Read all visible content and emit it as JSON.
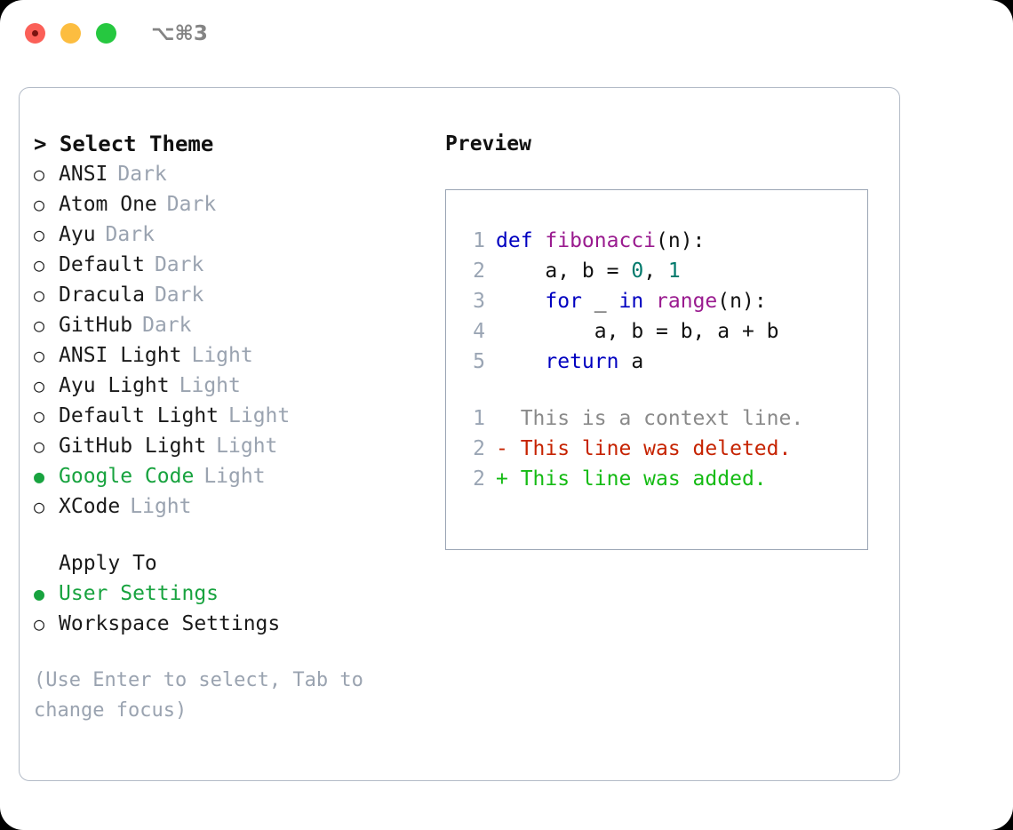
{
  "titlebar": {
    "shortcut": "⌥⌘3",
    "lights": [
      {
        "name": "close",
        "color": "#fb6058"
      },
      {
        "name": "minimize",
        "color": "#fcbd40"
      },
      {
        "name": "maximize",
        "color": "#26c840"
      }
    ]
  },
  "theme_panel": {
    "title": "> Select Theme",
    "marker_selected": "●",
    "marker_unselected": "○",
    "themes": [
      {
        "name": "ANSI",
        "kind": "Dark",
        "selected": false
      },
      {
        "name": "Atom One",
        "kind": "Dark",
        "selected": false
      },
      {
        "name": "Ayu",
        "kind": "Dark",
        "selected": false
      },
      {
        "name": "Default",
        "kind": "Dark",
        "selected": false
      },
      {
        "name": "Dracula",
        "kind": "Dark",
        "selected": false
      },
      {
        "name": "GitHub",
        "kind": "Dark",
        "selected": false
      },
      {
        "name": "ANSI Light",
        "kind": "Light",
        "selected": false
      },
      {
        "name": "Ayu Light",
        "kind": "Light",
        "selected": false
      },
      {
        "name": "Default Light",
        "kind": "Light",
        "selected": false
      },
      {
        "name": "GitHub Light",
        "kind": "Light",
        "selected": false
      },
      {
        "name": "Google Code",
        "kind": "Light",
        "selected": true
      },
      {
        "name": "XCode",
        "kind": "Light",
        "selected": false
      }
    ],
    "apply_to": {
      "title": "Apply To",
      "options": [
        {
          "name": "User Settings",
          "selected": true
        },
        {
          "name": "Workspace Settings",
          "selected": false
        }
      ]
    },
    "hint": "(Use Enter to select, Tab to change focus)"
  },
  "preview": {
    "title": "Preview",
    "code_lines": [
      {
        "lineno": "1",
        "tokens": [
          {
            "t": "def ",
            "c": "kw"
          },
          {
            "t": "fibonacci",
            "c": "fn"
          },
          {
            "t": "(n):",
            "c": "plain"
          }
        ]
      },
      {
        "lineno": "2",
        "tokens": [
          {
            "t": "    a, b = ",
            "c": "plain"
          },
          {
            "t": "0",
            "c": "num"
          },
          {
            "t": ", ",
            "c": "plain"
          },
          {
            "t": "1",
            "c": "num"
          }
        ]
      },
      {
        "lineno": "3",
        "tokens": [
          {
            "t": "    ",
            "c": "plain"
          },
          {
            "t": "for",
            "c": "kw"
          },
          {
            "t": " _ ",
            "c": "plain"
          },
          {
            "t": "in",
            "c": "kw"
          },
          {
            "t": " ",
            "c": "plain"
          },
          {
            "t": "range",
            "c": "fn"
          },
          {
            "t": "(n):",
            "c": "plain"
          }
        ]
      },
      {
        "lineno": "4",
        "tokens": [
          {
            "t": "        a, b = b, a + b",
            "c": "plain"
          }
        ]
      },
      {
        "lineno": "5",
        "tokens": [
          {
            "t": "    ",
            "c": "plain"
          },
          {
            "t": "return",
            "c": "kw"
          },
          {
            "t": " a",
            "c": "plain"
          }
        ]
      }
    ],
    "diff_lines": [
      {
        "lineno": "1",
        "prefix": "  ",
        "text": "This is a context line.",
        "kind": "context"
      },
      {
        "lineno": "2",
        "prefix": "- ",
        "text": "This line was deleted.",
        "kind": "deleted"
      },
      {
        "lineno": "2",
        "prefix": "+ ",
        "text": "This line was added.",
        "kind": "added"
      }
    ]
  },
  "colors": {
    "accent_green": "#18a33f",
    "keyword_blue": "#0000c0",
    "function_purple": "#9a1b8f",
    "number_teal": "#00796b",
    "muted_gray": "#9aa3b0",
    "diff_deleted": "#c62300",
    "diff_added": "#15bb14",
    "diff_context": "#8a8a8a"
  }
}
